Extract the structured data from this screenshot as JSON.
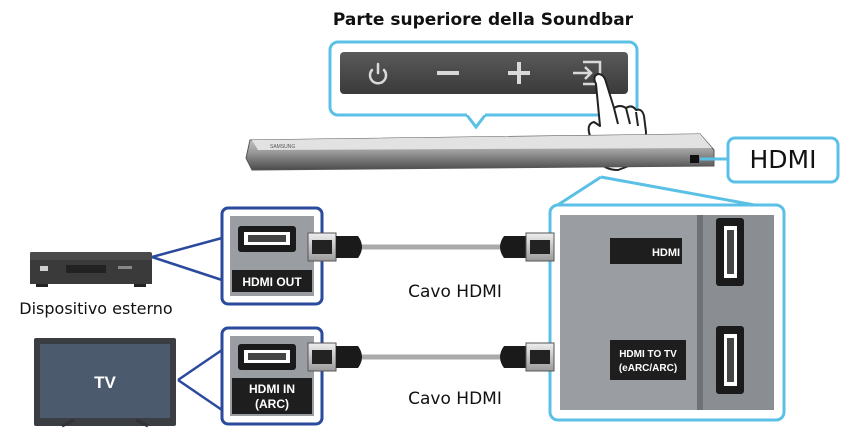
{
  "diagram": {
    "top_title": "Parte superiore della Soundbar",
    "hdmi_callout": "HDMI",
    "external_device_label": "Dispositivo esterno",
    "tv_screen_label": "TV",
    "port_hdmi_out": "HDMI OUT",
    "port_hdmi_in_line1": "HDMI IN",
    "port_hdmi_in_line2": "(ARC)",
    "cable_label_top": "Cavo HDMI",
    "cable_label_bottom": "Cavo HDMI",
    "panel_label_hdmi": "HDMI",
    "panel_label_hdmi_tv_line1": "HDMI TO TV",
    "panel_label_hdmi_tv_line2": "(eARC/ARC)",
    "soundbar_brand": "SAMSUNG",
    "buttons": [
      "power-icon",
      "minus-icon",
      "plus-icon",
      "input-source-icon"
    ],
    "colors": {
      "accent": "#5bc0e6",
      "navy": "#2b4a9e",
      "panel_gray": "#9a9ea3",
      "dark": "#2a2a2a"
    }
  }
}
